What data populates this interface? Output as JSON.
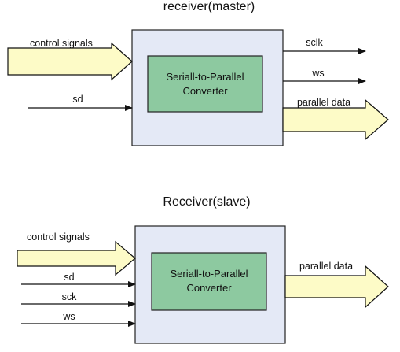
{
  "colors": {
    "outer_box_fill": "#e4e9f6",
    "converter_fill": "#8dc9a0",
    "big_arrow_fill": "#fdfbc7",
    "big_arrow_stroke": "#111111"
  },
  "master": {
    "title": "receiver(master)",
    "converter_line1": "Seriall-to-Parallel",
    "converter_line2": "Converter",
    "inputs": {
      "control": "control signals",
      "sd": "sd"
    },
    "outputs": {
      "sclk": "sclk",
      "ws": "ws",
      "parallel": "parallel data"
    }
  },
  "slave": {
    "title": "Receiver(slave)",
    "converter_line1": "Seriall-to-Parallel",
    "converter_line2": "Converter",
    "inputs": {
      "control": "control signals",
      "sd": "sd",
      "sck": "sck",
      "ws": "ws"
    },
    "outputs": {
      "parallel": "parallel data"
    }
  }
}
